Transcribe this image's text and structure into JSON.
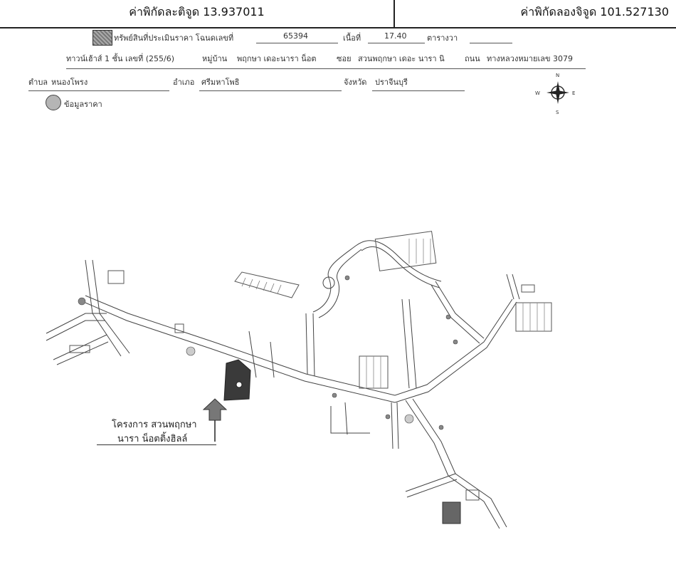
{
  "coords": {
    "lat_label": "ค่าพิกัดละติจูด 13.937011",
    "lng_label": "ค่าพิกัดลองจิจูด 101.527130"
  },
  "form": {
    "asset_label": "ทรัพย์สินที่ประเมินราคา โฉนดเลขที่",
    "deed_no": "65394",
    "area_label": "เนื้อที่",
    "area_value": "17.40",
    "area_unit": "ตารางวา",
    "house_label": "ทาวน์เฮ้าส์ 1 ชั้น เลขที่ (255/6)",
    "village_label": "หมู่บ้าน",
    "village_value": "พฤกษา เดอะนารา น็อต",
    "soi_label": "ซอย",
    "soi_value": "สวนพฤกษา เดอะ นารา นิ",
    "road_label": "ถนน",
    "road_value": "ทางหลวงหมายเลข 3079",
    "tambon_label": "ตำบล",
    "tambon_value": "หนองโพรง",
    "amphoe_label": "อำเภอ",
    "amphoe_value": "ศรีมหาโพธิ",
    "province_label": "จังหวัด",
    "province_value": "ปราจีนบุรี",
    "legend_label": "ข้อมูลราคา"
  },
  "compass": {
    "n": "N",
    "s": "S",
    "e": "E",
    "w": "W",
    "icon": "compass-rose-icon"
  },
  "map": {
    "project_line1": "โครงการ สวนพฤกษา",
    "project_line2": "นารา น็อตติ้งฮิลล์",
    "colors": {
      "road": "#444444",
      "block": "#9a9a9a",
      "dark_block": "#3a3a3a",
      "bg": "#ffffff"
    }
  }
}
